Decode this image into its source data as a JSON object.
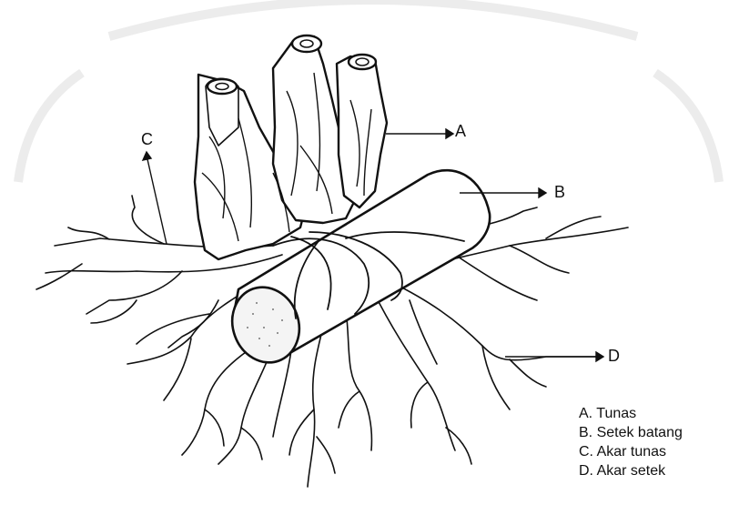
{
  "labels": {
    "a": "A",
    "b": "B",
    "c": "C",
    "d": "D"
  },
  "legend": [
    "A. Tunas",
    "B. Setek batang",
    "C. Akar tunas",
    "D. Akar setek"
  ],
  "colors": {
    "ink": "#111111",
    "background": "#ffffff",
    "watermark": "#ececec"
  }
}
